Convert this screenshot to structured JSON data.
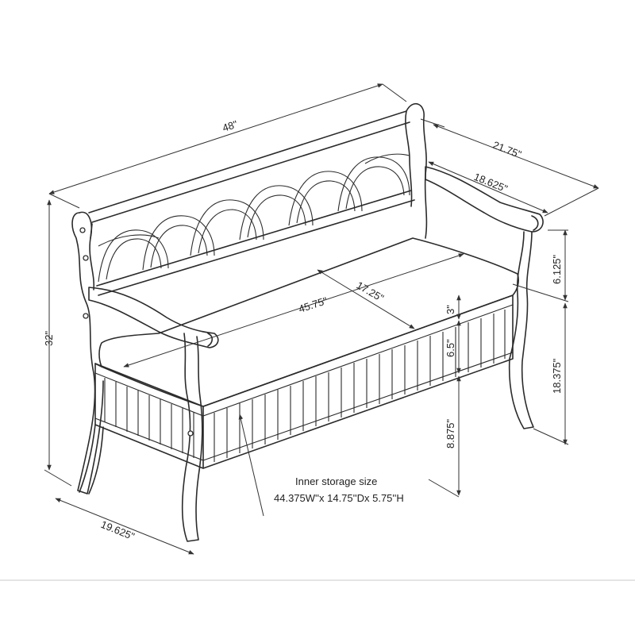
{
  "dimensions": {
    "overall_width": "48\"",
    "overall_depth": "21.75\"",
    "arm_depth": "18.625\"",
    "overall_height": "32\"",
    "seat_width": "45.75\"",
    "seat_depth": "17.25\"",
    "back_above_arm": "6.125\"",
    "arm_height": "18.375\"",
    "cushion_thickness": "3\"",
    "apron_height": "6.5\"",
    "seat_to_floor": "8.875\"",
    "leg_depth": "19.625\""
  },
  "note": {
    "line1": "Inner storage size",
    "line2": "44.375W''x 14.75''Dx 5.75''H"
  }
}
